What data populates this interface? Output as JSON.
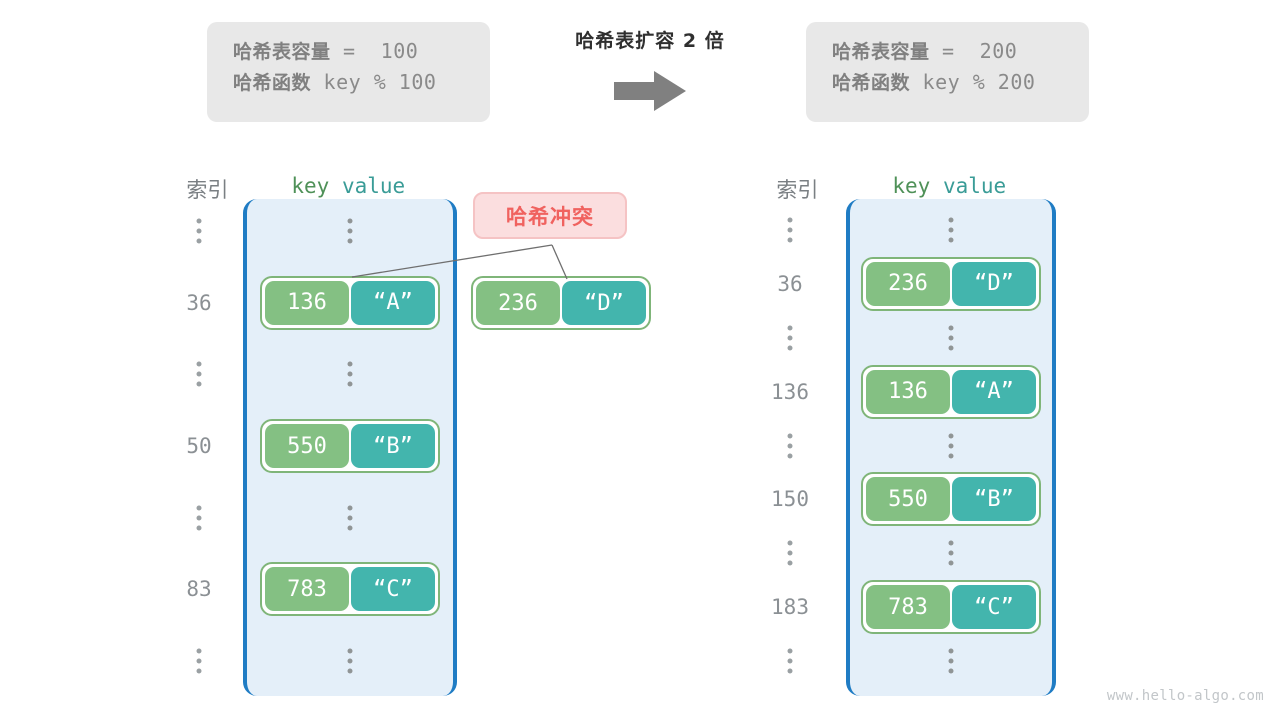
{
  "left_info": {
    "capacity_label": "哈希表容量",
    "capacity_expr": " =  100",
    "function_label": "哈希函数",
    "function_expr": " key % 100"
  },
  "right_info": {
    "capacity_label": "哈希表容量",
    "capacity_expr": " =  200",
    "function_label": "哈希函数",
    "function_expr": " key % 200"
  },
  "center": {
    "title": "哈希表扩容 2 倍",
    "arrow_icon": "arrow-right-icon"
  },
  "headers": {
    "index": "索引",
    "key": "key",
    "value": "value"
  },
  "collision": {
    "label": "哈希冲突"
  },
  "left_table": {
    "indices": [
      "⋮",
      "36",
      "⋮",
      "50",
      "⋮",
      "83",
      "⋮"
    ],
    "rows": [
      {
        "index": "⋮",
        "type": "dots"
      },
      {
        "index": "36",
        "type": "pair",
        "key": "136",
        "value": "“A”"
      },
      {
        "index": "⋮",
        "type": "dots"
      },
      {
        "index": "50",
        "type": "pair",
        "key": "550",
        "value": "“B”"
      },
      {
        "index": "⋮",
        "type": "dots"
      },
      {
        "index": "83",
        "type": "pair",
        "key": "783",
        "value": "“C”"
      },
      {
        "index": "⋮",
        "type": "dots"
      }
    ],
    "overflow_pair": {
      "key": "236",
      "value": "“D”"
    }
  },
  "right_table": {
    "indices": [
      "⋮",
      "36",
      "⋮",
      "136",
      "⋮",
      "150",
      "⋮",
      "183",
      "⋮"
    ],
    "rows": [
      {
        "index": "⋮",
        "type": "dots"
      },
      {
        "index": "36",
        "type": "pair",
        "key": "236",
        "value": "“D”"
      },
      {
        "index": "⋮",
        "type": "dots"
      },
      {
        "index": "136",
        "type": "pair",
        "key": "136",
        "value": "“A”"
      },
      {
        "index": "⋮",
        "type": "dots"
      },
      {
        "index": "150",
        "type": "pair",
        "key": "550",
        "value": "“B”"
      },
      {
        "index": "⋮",
        "type": "dots"
      },
      {
        "index": "183",
        "type": "pair",
        "key": "783",
        "value": "“C”"
      },
      {
        "index": "⋮",
        "type": "dots"
      }
    ]
  },
  "watermark": "www.hello-algo.com",
  "colors": {
    "key_cell": "#84c083",
    "value_cell": "#43b5ad",
    "bucket_bg": "#e4eff9",
    "bucket_border": "#1f7cc4",
    "badge_bg": "#fbdedf",
    "badge_text": "#f0625f",
    "info_bg": "#e8e8e8",
    "arrow": "#808080"
  }
}
